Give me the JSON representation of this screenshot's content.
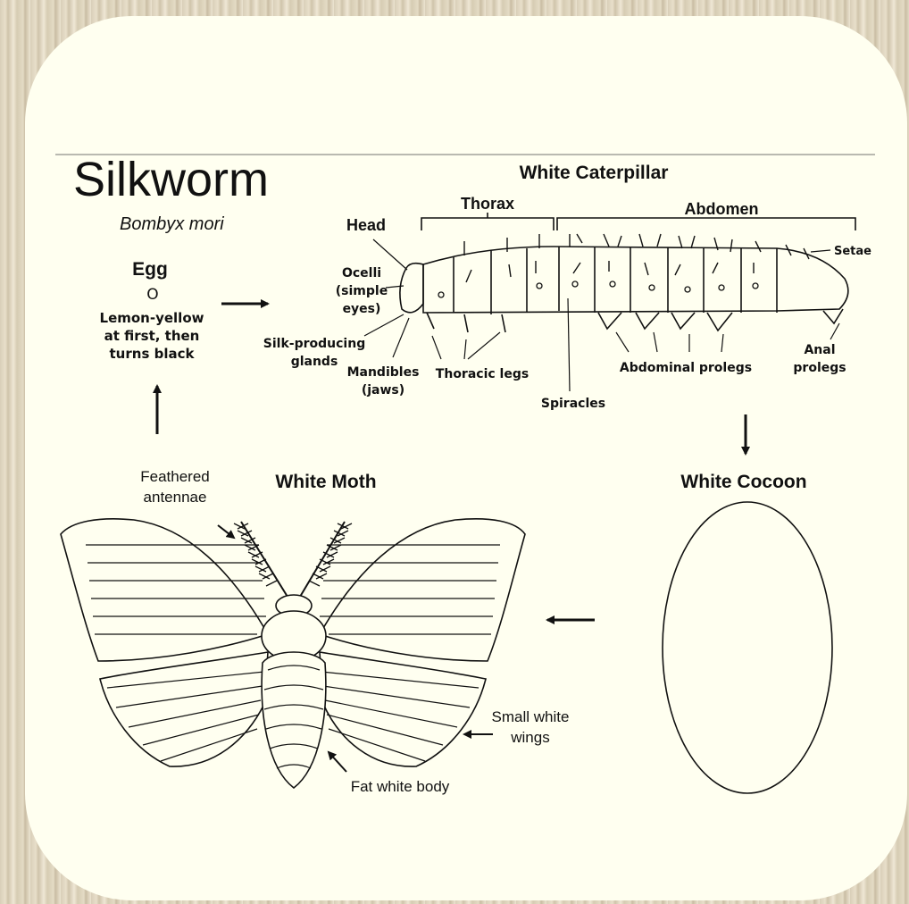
{
  "title": "Silkworm",
  "scientific_name": "Bombyx mori",
  "egg": {
    "heading": "Egg",
    "symbol": "O",
    "description_lines": [
      "Lemon-yellow",
      "at first, then",
      "turns black"
    ]
  },
  "caterpillar": {
    "heading": "White Caterpillar",
    "labels": {
      "thorax": "Thorax",
      "abdomen": "Abdomen",
      "head": "Head",
      "setae": "Setae",
      "ocelli_lines": [
        "Ocelli",
        "(simple",
        "eyes)"
      ],
      "silk_glands_lines": [
        "Silk-producing",
        "glands"
      ],
      "mandibles_lines": [
        "Mandibles",
        "(jaws)"
      ],
      "thoracic_legs": "Thoracic legs",
      "spiracles": "Spiracles",
      "abdominal_prolegs": "Abdominal prolegs",
      "anal_prolegs_lines": [
        "Anal",
        "prolegs"
      ]
    }
  },
  "cocoon": {
    "heading": "White Cocoon"
  },
  "moth": {
    "heading": "White Moth",
    "labels": {
      "antennae_lines": [
        "Feathered",
        "antennae"
      ],
      "wings_lines": [
        "Small white",
        "wings"
      ],
      "body": "Fat white body"
    }
  }
}
